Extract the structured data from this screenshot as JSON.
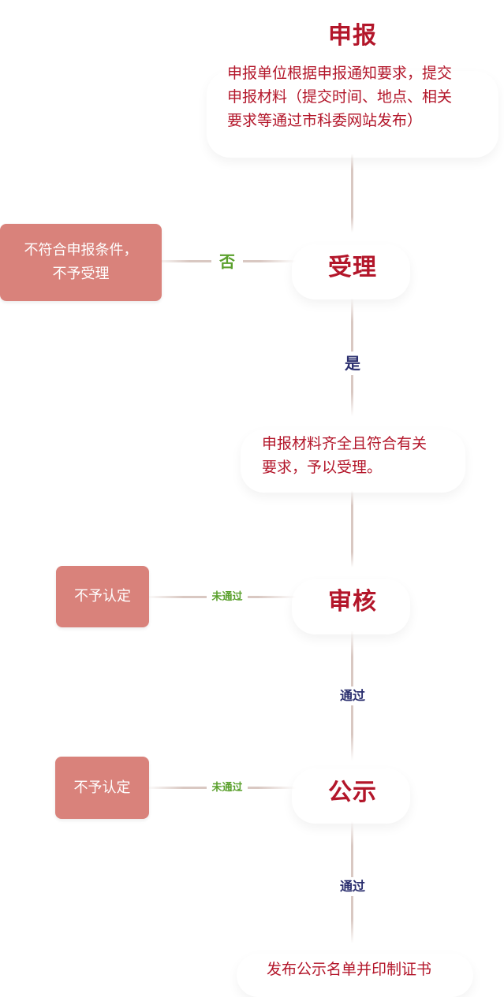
{
  "steps": {
    "apply": {
      "title": "申报",
      "desc_lines": [
        "申报单位根据申报通知要求，提交",
        "申报材料（提交时间、地点、相关",
        "要求等通过市科委网站发布）"
      ]
    },
    "accept": {
      "title": "受理",
      "yes_label": "是",
      "no_label": "否",
      "reject_box_lines": [
        "不符合申报条件，",
        "不予受理"
      ],
      "pass_desc_lines": [
        "申报材料齐全且符合有关",
        "要求，予以受理。"
      ]
    },
    "review": {
      "title": "审核",
      "fail_label": "未通过",
      "pass_label": "通过",
      "reject_box": "不予认定"
    },
    "publicity": {
      "title": "公示",
      "fail_label": "未通过",
      "pass_label": "通过",
      "reject_box": "不予认定"
    },
    "final": {
      "text": "发布公示名单并印制证书"
    }
  },
  "colors": {
    "title_red": "#b3162a",
    "box_fill": "#d9827b",
    "yes_navy": "#2a2e6e",
    "no_green": "#5aa02c",
    "connector": "#d9c8c2"
  }
}
